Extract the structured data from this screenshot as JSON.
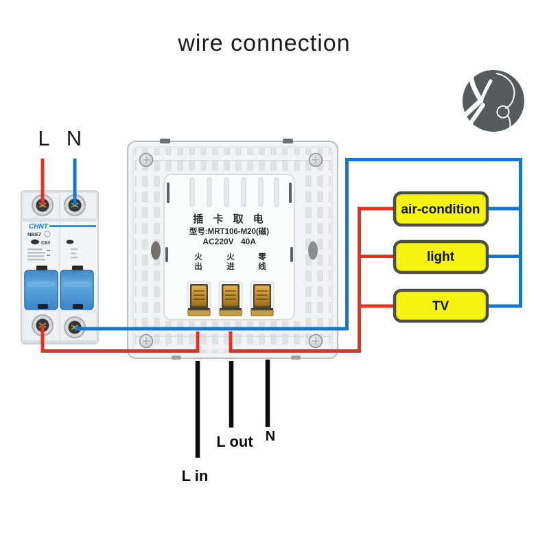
{
  "title": "wire connection",
  "top_labels": {
    "live": "L",
    "neutral": "N"
  },
  "breaker": {
    "brand": "CHNT",
    "model": "NBE7",
    "rating": "C63"
  },
  "plate": {
    "title": "插 卡 取 电",
    "model_line": "型号:MRT106-M20(磁)",
    "voltage": "AC220V",
    "current": "40A",
    "terminals": [
      {
        "line1": "火",
        "line2": "出"
      },
      {
        "line1": "火",
        "line2": "进"
      },
      {
        "line1": "零",
        "line2": "线"
      }
    ]
  },
  "loads": [
    {
      "label": "air-condition"
    },
    {
      "label": "light"
    },
    {
      "label": "TV"
    }
  ],
  "bottom_labels": {
    "l_in": "L in",
    "l_out": "L out",
    "n": "N"
  },
  "colors": {
    "live_wire": "#e43122",
    "neutral_wire": "#1875cd",
    "lead_wire": "#0c0c0c",
    "load_fill": "#f4f40e",
    "load_border": "#4e4e46",
    "icon_circle": "#58595b"
  }
}
